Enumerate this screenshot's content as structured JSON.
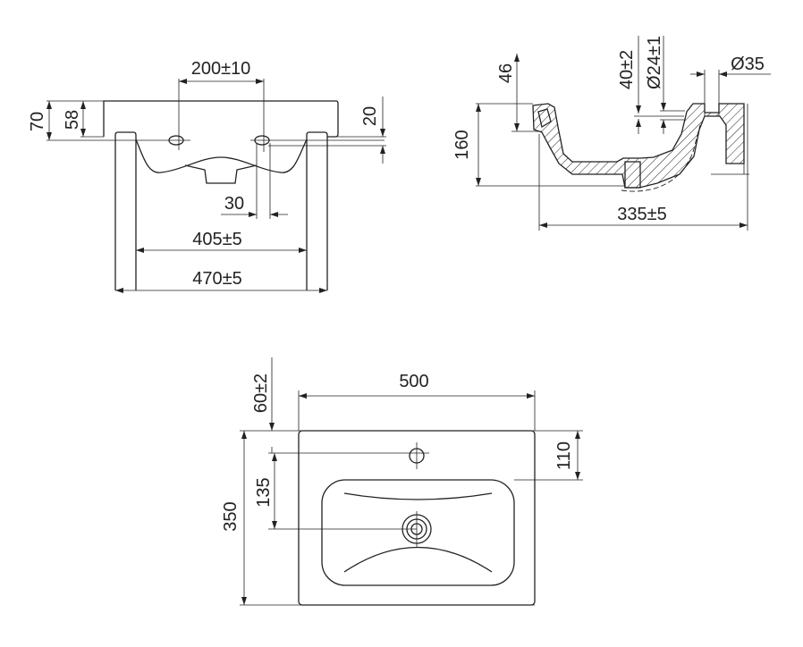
{
  "title": "Washbasin dimension drawing",
  "front_view": {
    "hole_spacing": "200±10",
    "height_total": "70",
    "height_edge": "58",
    "hole_offset": "20",
    "hole_diameter": "30",
    "inner_width": "405±5",
    "outer_width": "470±5"
  },
  "section_view": {
    "depth": "46",
    "overflow_depth": "40±2",
    "overflow_diameter": "Ø24±1",
    "tap_hole_diameter": "Ø35",
    "height": "160",
    "length": "335±5"
  },
  "top_view": {
    "width": "500",
    "tap_offset": "60±2",
    "tap_hole_depth": "110",
    "drain_offset": "135",
    "depth": "350"
  }
}
